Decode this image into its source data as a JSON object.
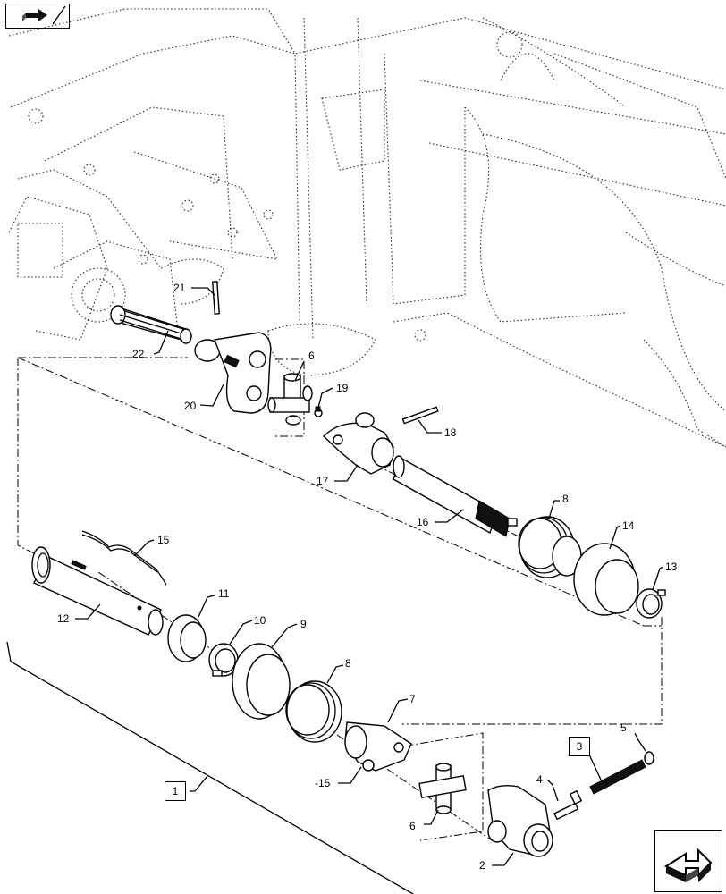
{
  "callouts": {
    "c1": "1",
    "c2": "2",
    "c3": "3",
    "c4": "4",
    "c5": "5",
    "c6a": "6",
    "c6b": "6",
    "c7": "7",
    "c8a": "8",
    "c8b": "8",
    "c9": "9",
    "c10": "10",
    "c11": "11",
    "c12": "12",
    "c13": "13",
    "c14": "14",
    "c15": "15",
    "c15b": "-15",
    "c16": "16",
    "c17": "17",
    "c18": "18",
    "c19": "19",
    "c20": "20",
    "c21": "21",
    "c22": "22"
  },
  "icons": {
    "top_nav": "previous-page-arrow-icon",
    "bottom_nav": "next-page-arrow-icon"
  },
  "colors": {
    "ink": "#000000",
    "paper": "#ffffff"
  }
}
